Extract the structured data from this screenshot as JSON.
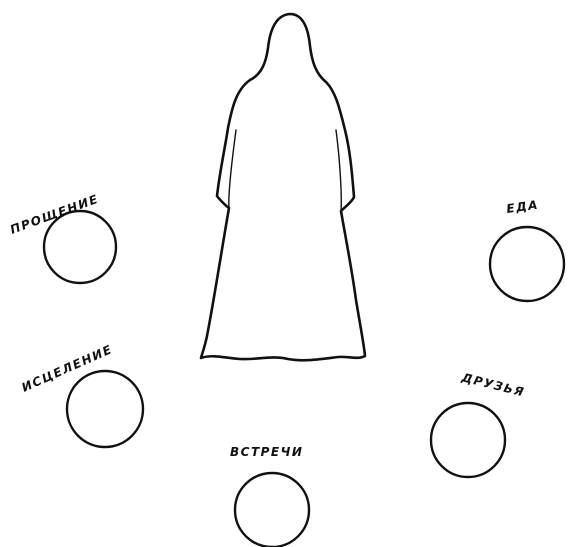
{
  "ink_color": "#111111",
  "paper_color": "#ffffff",
  "labels": {
    "forgiveness": "ПРОЩЕНИЕ",
    "food": "ЕДА",
    "healing": "ИСЦЕЛЕНИЕ",
    "friends": "ДРУЗЬЯ",
    "meetings": "ВСТРЕЧИ"
  }
}
